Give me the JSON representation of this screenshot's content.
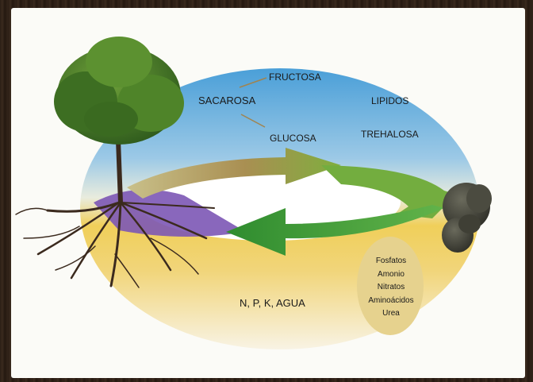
{
  "labels": {
    "fructosa": "FRUCTOSA",
    "sacarosa": "SACAROSA",
    "glucosa": "GLUCOSA",
    "lipidos": "LIPIDOS",
    "trehalosa": "TREHALOSA",
    "npk_agua": "N, P, K, AGUA"
  },
  "nutrients": [
    "Fosfatos",
    "Amonio",
    "Nitratos",
    "Aminoácidos",
    "Urea"
  ],
  "colors": {
    "sky_blue": "#4a9fd8",
    "soil_yellow": "#f0cf5a",
    "arrow_green": "#2f8c2f",
    "arrow_tan": "#a98f52",
    "band_purple": "#7c57b5",
    "bubble_tan": "#e6d28e"
  },
  "icons": [
    "tree-icon",
    "fungus-icon"
  ]
}
